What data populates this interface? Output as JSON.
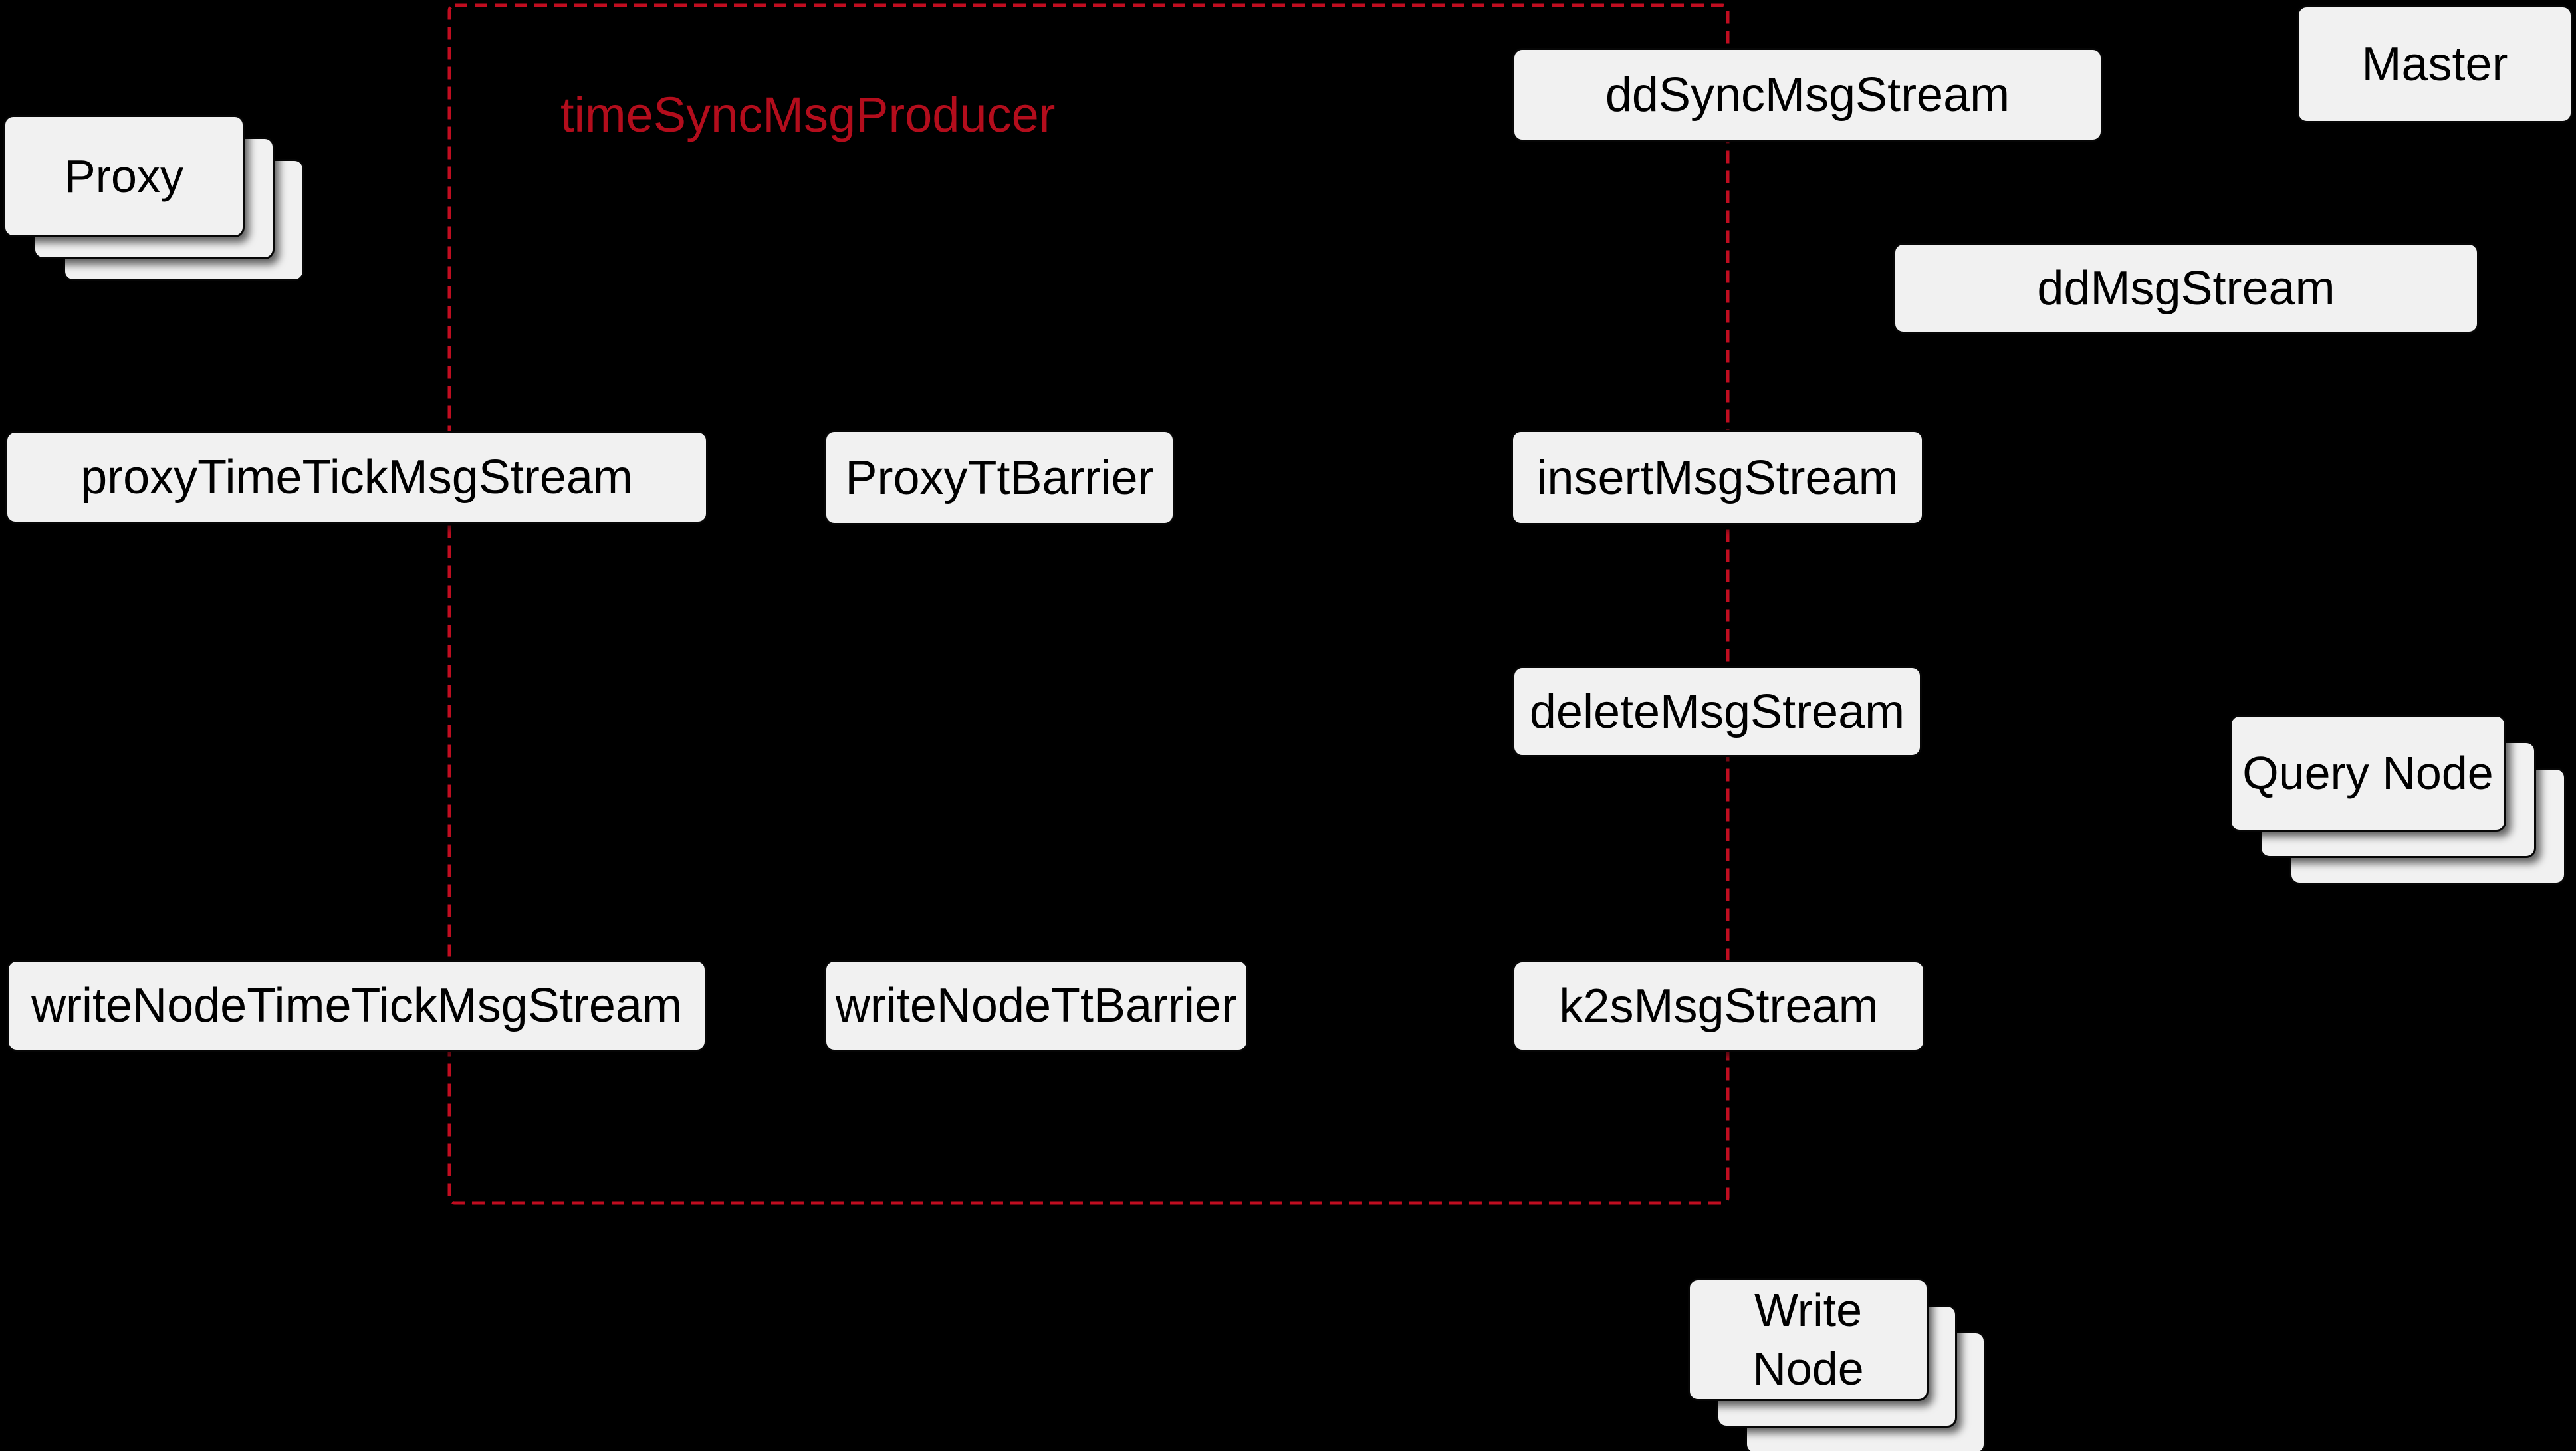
{
  "diagram": {
    "colors": {
      "background": "#000000",
      "node_fill": "#f1f1f1",
      "node_text": "#000000",
      "region_border": "#c00d20",
      "region_label": "#b30d1c"
    },
    "producer_group": {
      "label": "timeSyncMsgProducer"
    },
    "nodes": {
      "proxy": {
        "label": "Proxy",
        "instances": 3
      },
      "dd_sync_msg_stream": {
        "label": "ddSyncMsgStream"
      },
      "master": {
        "label": "Master"
      },
      "dd_msg_stream": {
        "label": "ddMsgStream"
      },
      "proxy_time_tick_msg_stream": {
        "label": "proxyTimeTickMsgStream"
      },
      "proxy_tt_barrier": {
        "label": "ProxyTtBarrier"
      },
      "insert_msg_stream": {
        "label": "insertMsgStream"
      },
      "delete_msg_stream": {
        "label": "deleteMsgStream"
      },
      "query_node": {
        "label": "Query Node",
        "instances": 3
      },
      "write_node_time_tick_msg_stream": {
        "label": "writeNodeTimeTickMsgStream"
      },
      "write_node_tt_barrier": {
        "label": "writeNodeTtBarrier"
      },
      "k2s_msg_stream": {
        "label": "k2sMsgStream"
      },
      "write_node": {
        "label": "Write Node",
        "instances": 3
      }
    }
  }
}
